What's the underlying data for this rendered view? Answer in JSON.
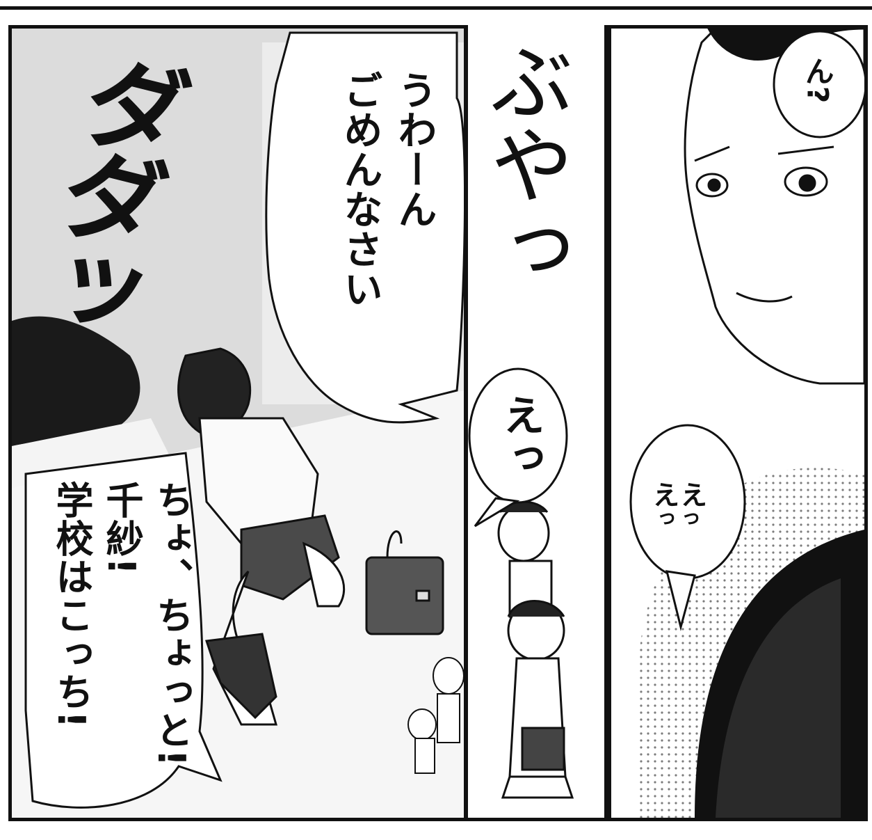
{
  "panels": {
    "left": {
      "sfx": "ダダッ",
      "bubble_top": {
        "lines": [
          "うわーん",
          "ごめんなさい"
        ]
      },
      "bubble_bottom": {
        "lines": [
          "ちょ、ちょっと!",
          "千紗!",
          "学校はこっち!"
        ]
      }
    },
    "middle": {
      "sfx": "ぶやっ",
      "bubble": {
        "text": "えっ"
      }
    },
    "right": {
      "bubble_top": {
        "text": "ん?"
      },
      "bubble_mid": {
        "lines": [
          "ええ",
          "っっ"
        ]
      }
    }
  },
  "colors": {
    "ink": "#111111",
    "paper": "#ffffff",
    "gray": "#cfcfcf",
    "tone": "#e6e6e6"
  }
}
